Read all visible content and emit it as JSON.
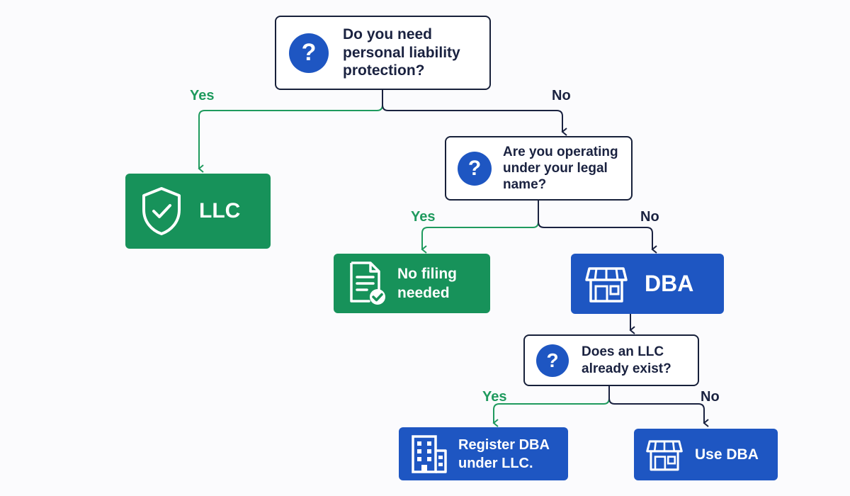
{
  "questions": {
    "q1": "Do you need personal liability protection?",
    "q2": "Are you operating under your legal name?",
    "q3": "Does an LLC already exist?"
  },
  "results": {
    "llc": "LLC",
    "no_filing": "No filing needed",
    "dba": "DBA",
    "register": "Register DBA under LLC.",
    "use_dba": "Use DBA"
  },
  "branch_labels": {
    "yes": "Yes",
    "no": "No"
  },
  "icons": {
    "question": "question-mark-circle-icon",
    "llc": "shield-check-icon",
    "no_filing": "document-check-icon",
    "dba": "storefront-icon",
    "register": "office-building-icon",
    "use_dba": "storefront-icon"
  },
  "colors": {
    "yes_green": "#17925a",
    "no_navy": "#1a2240",
    "accent_blue": "#1e56c2"
  }
}
